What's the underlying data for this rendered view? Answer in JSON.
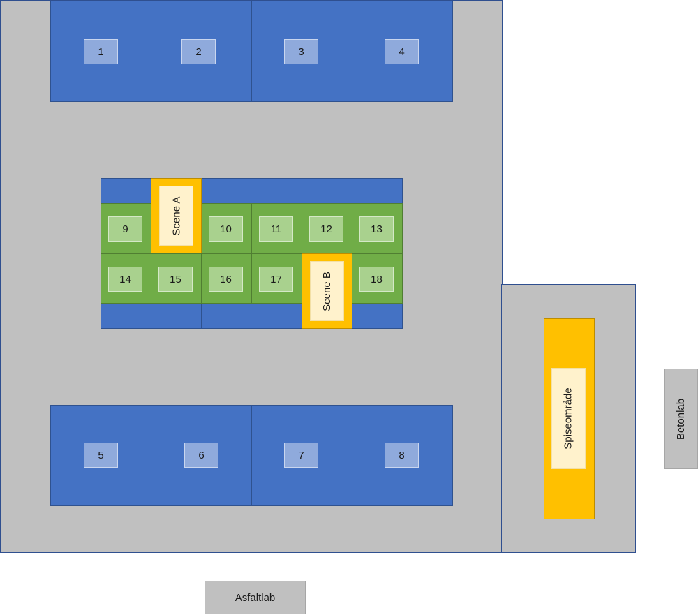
{
  "top_stalls": [
    "1",
    "2",
    "3",
    "4"
  ],
  "bottom_stalls": [
    "5",
    "6",
    "7",
    "8"
  ],
  "center_row1": [
    "9",
    "10",
    "11",
    "12",
    "13"
  ],
  "center_row2": [
    "14",
    "15",
    "16",
    "17",
    "18"
  ],
  "scene_a": "Scene A",
  "scene_b": "Scene B",
  "dining": "Spiseområde",
  "betonlab": "Betonlab",
  "asfaltlab": "Asfaltlab",
  "colors": {
    "area": "#c0c0c0",
    "stall_blue": "#4472c4",
    "label_blue": "#8faadc",
    "stall_green": "#70ad47",
    "label_green": "#a9d18e",
    "stage_orange": "#ffc000",
    "label_cream": "#fff2cc"
  }
}
